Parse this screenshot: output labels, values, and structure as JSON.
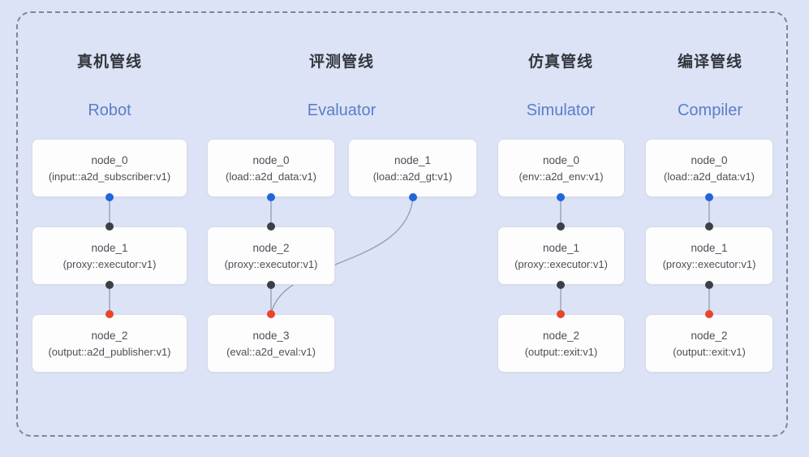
{
  "colors": {
    "background": "#dce3f6",
    "frame_dash": "#70757e",
    "node_bg": "#fdfdfe",
    "node_border": "#d9dce3",
    "title_zh": "#33363c",
    "title_en": "#5a7ec8",
    "node_text": "#4b4f56",
    "edge": "#97a1b4",
    "port_output": "#2065db",
    "port_mid": "#3d4043",
    "port_final": "#e8452b"
  },
  "pipelines": [
    {
      "title_zh": "真机管线",
      "title_en": "Robot",
      "nodes": [
        {
          "name": "node_0",
          "impl": "(input::a2d_subscriber:v1)"
        },
        {
          "name": "node_1",
          "impl": "(proxy::executor:v1)"
        },
        {
          "name": "node_2",
          "impl": "(output::a2d_publisher:v1)"
        }
      ],
      "edges": [
        {
          "from": "node_0",
          "to": "node_1"
        },
        {
          "from": "node_1",
          "to": "node_2"
        }
      ]
    },
    {
      "title_zh": "评测管线",
      "title_en": "Evaluator",
      "nodes": [
        {
          "name": "node_0",
          "impl": "(load::a2d_data:v1)"
        },
        {
          "name": "node_1",
          "impl": "(load::a2d_gt:v1)"
        },
        {
          "name": "node_2",
          "impl": "(proxy::executor:v1)"
        },
        {
          "name": "node_3",
          "impl": "(eval::a2d_eval:v1)"
        }
      ],
      "edges": [
        {
          "from": "node_0",
          "to": "node_2"
        },
        {
          "from": "node_2",
          "to": "node_3"
        },
        {
          "from": "node_1",
          "to": "node_3"
        }
      ]
    },
    {
      "title_zh": "仿真管线",
      "title_en": "Simulator",
      "nodes": [
        {
          "name": "node_0",
          "impl": "(env::a2d_env:v1)"
        },
        {
          "name": "node_1",
          "impl": "(proxy::executor:v1)"
        },
        {
          "name": "node_2",
          "impl": "(output::exit:v1)"
        }
      ],
      "edges": [
        {
          "from": "node_0",
          "to": "node_1"
        },
        {
          "from": "node_1",
          "to": "node_2"
        }
      ]
    },
    {
      "title_zh": "编译管线",
      "title_en": "Compiler",
      "nodes": [
        {
          "name": "node_0",
          "impl": "(load::a2d_data:v1)"
        },
        {
          "name": "node_1",
          "impl": "(proxy::executor:v1)"
        },
        {
          "name": "node_2",
          "impl": "(output::exit:v1)"
        }
      ],
      "edges": [
        {
          "from": "node_0",
          "to": "node_1"
        },
        {
          "from": "node_1",
          "to": "node_2"
        }
      ]
    }
  ]
}
